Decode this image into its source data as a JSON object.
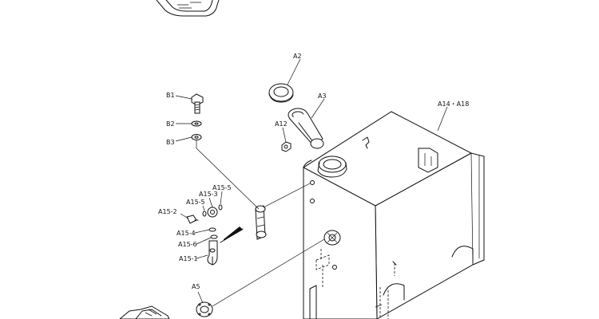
{
  "labels": {
    "a2": "A2",
    "a3": "A3",
    "a12": "A12",
    "a14_a18": "A14・A18",
    "b1": "B1",
    "b2": "B2",
    "b3": "B3",
    "a15_5_top": "A15-5",
    "a15_3": "A15-3",
    "a15_5_left": "A15-5",
    "a15_2": "A15-2",
    "a15_4": "A15-4",
    "a15_6": "A15-6",
    "a15_1": "A15-1",
    "a5": "A5"
  }
}
